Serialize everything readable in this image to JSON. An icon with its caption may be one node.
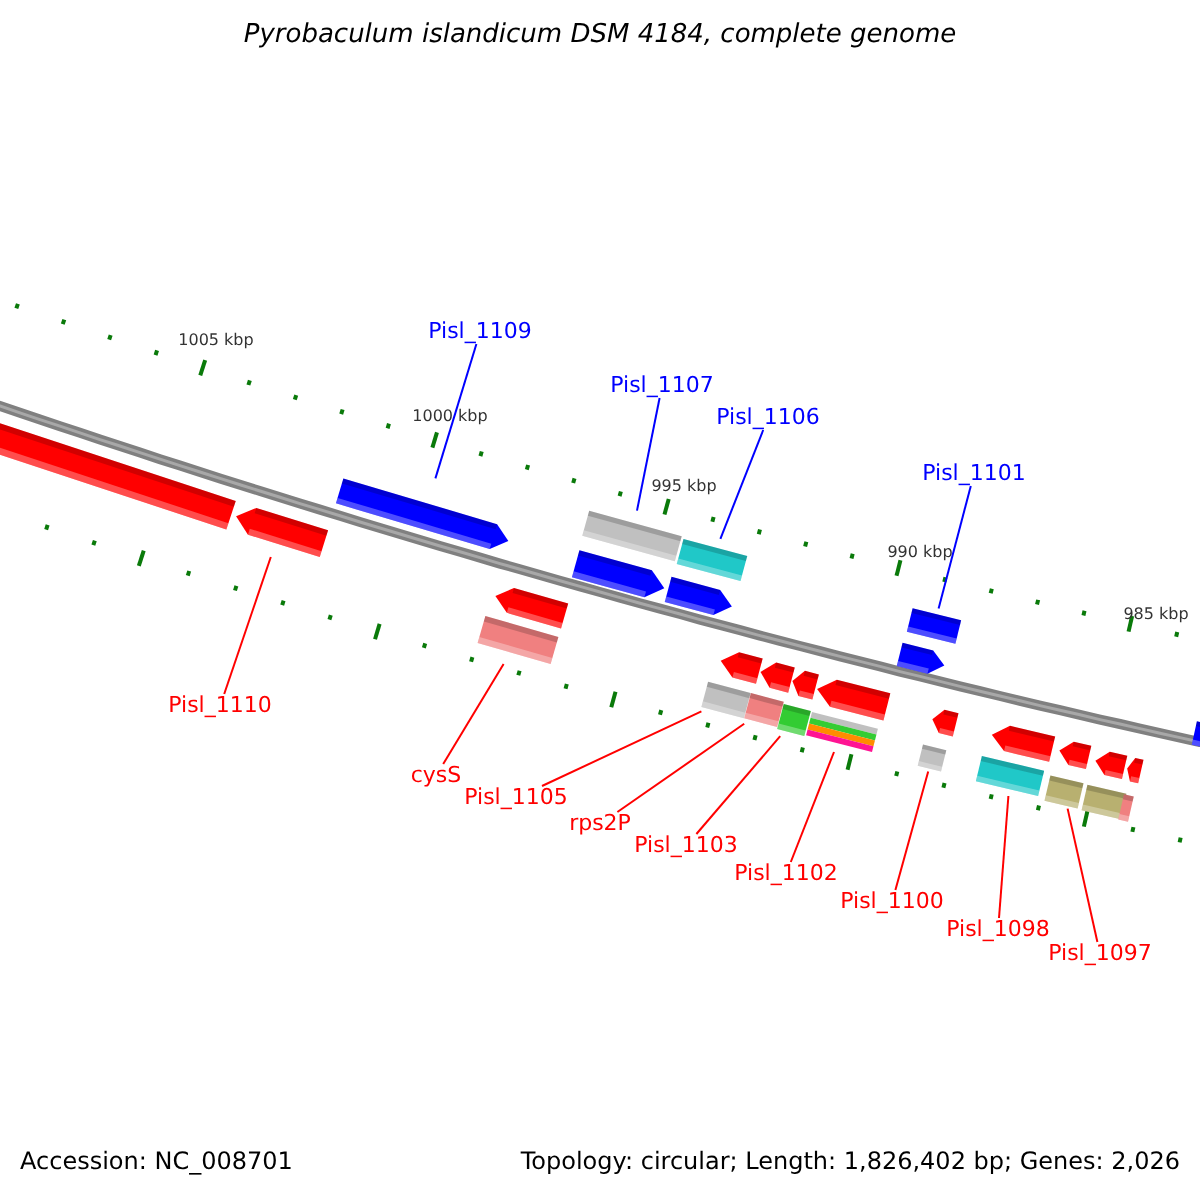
{
  "diagram": {
    "title": "Pyrobaculum islandicum DSM 4184, complete genome",
    "nodes": [
      {
        "text": [
          "Pisl_1109"
        ]
      },
      {
        "text": [
          "Pisl_1107"
        ]
      },
      {
        "text": [
          "Pisl_1106"
        ]
      },
      {
        "text": [
          "Pisl_1101"
        ]
      },
      {
        "text": [
          "Pisl_1110"
        ]
      },
      {
        "text": [
          "cysS"
        ]
      },
      {
        "text": [
          "Pisl_1105"
        ]
      },
      {
        "text": [
          "rps2P"
        ]
      },
      {
        "text": [
          "Pisl_1103"
        ]
      },
      {
        "text": [
          "Pisl_1102"
        ]
      },
      {
        "text": [
          "Pisl_1100"
        ]
      },
      {
        "text": [
          "Pisl_1098"
        ]
      },
      {
        "text": [
          "Pisl_1097"
        ]
      },
      {
        "text": [],
        "shape": "arrow"
      },
      {
        "text": [],
        "shape": "arrow"
      },
      {
        "text": [],
        "shape": "arrow"
      },
      {
        "text": [],
        "shape": "box"
      },
      {
        "text": [],
        "shape": "arrow"
      },
      {
        "text": [],
        "shape": "arrow"
      },
      {
        "text": [],
        "shape": "box"
      },
      {
        "text": [],
        "shape": "arrow"
      },
      {
        "text": [],
        "shape": "box"
      },
      {
        "text": [],
        "shape": "box"
      },
      {
        "text": [],
        "shape": "arrow"
      },
      {
        "text": [],
        "shape": "box"
      },
      {
        "text": [],
        "shape": "arrow"
      },
      {
        "text": [],
        "shape": "box"
      },
      {
        "text": [],
        "shape": "arrow"
      },
      {
        "text": [],
        "shape": "box"
      },
      {
        "text": [],
        "shape": "arrow"
      },
      {
        "text": [],
        "shape": "arrow"
      },
      {
        "text": [],
        "shape": "box"
      },
      {
        "text": [],
        "shape": "box"
      },
      {
        "text": [],
        "shape": "arrow"
      },
      {
        "text": [],
        "shape": "box"
      },
      {
        "text": [],
        "shape": "arrow"
      },
      {
        "text": [],
        "shape": "box"
      },
      {
        "text": [],
        "shape": "arrow"
      },
      {
        "text": [],
        "shape": "box"
      },
      {
        "text": [],
        "shape": "arrow"
      },
      {
        "text": [],
        "shape": "box"
      },
      {
        "text": [],
        "shape": "arrow"
      },
      {
        "text": [],
        "shape": "arrow"
      }
    ],
    "edges": [
      {
        "from": 0,
        "to": 15,
        "arrow": "none",
        "color": "#0000ff"
      },
      {
        "from": 1,
        "to": 19,
        "arrow": "none",
        "color": "#0000ff"
      },
      {
        "from": 2,
        "to": 21,
        "arrow": "none",
        "color": "#0000ff"
      },
      {
        "from": 3,
        "to": 32,
        "arrow": "none",
        "color": "#0000ff"
      },
      {
        "from": 4,
        "to": 14,
        "arrow": "none"
      },
      {
        "from": 5,
        "to": 16,
        "arrow": "none"
      },
      {
        "from": 6,
        "to": 22,
        "arrow": "none"
      },
      {
        "from": 7,
        "to": 24,
        "arrow": "none"
      },
      {
        "from": 8,
        "to": 26,
        "arrow": "none"
      },
      {
        "from": 9,
        "to": 28,
        "arrow": "none"
      },
      {
        "from": 10,
        "to": 31,
        "arrow": "none"
      },
      {
        "from": 11,
        "to": 34,
        "arrow": "none"
      },
      {
        "from": 12,
        "to": 36,
        "arrow": "none"
      }
    ],
    "labels": [
      "1005 kbp",
      "1000 kbp",
      "995 kbp",
      "990 kbp",
      "985 kbp",
      "Accession: NC_008701",
      "Topology: circular; Length: 1,826,402 bp; Genes: 2,026"
    ]
  }
}
